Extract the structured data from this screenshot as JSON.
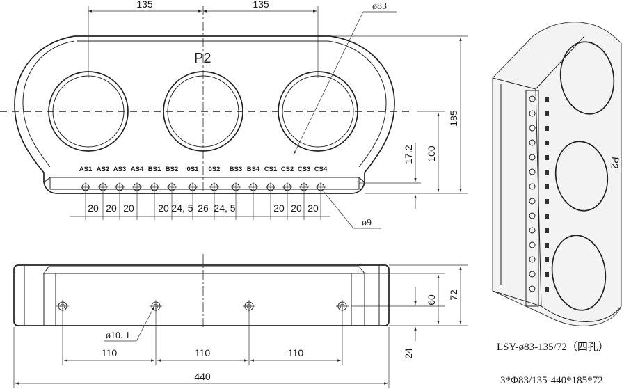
{
  "front_view": {
    "model_label": "P2",
    "top_spacing_left": "135",
    "top_spacing_right": "135",
    "hole_diameter": "ø83",
    "height_total": "185",
    "height_center": "100",
    "height_terminal": "17.2",
    "terminal_hole": "ø9",
    "terminal_labels": [
      "AS1",
      "AS2",
      "AS3",
      "AS4",
      "BS1",
      "BS2",
      "0S1",
      "0S2",
      "BS3",
      "BS4",
      "CS1",
      "CS2",
      "CS3",
      "CS4"
    ],
    "pitch_labels": [
      "20",
      "20",
      "20",
      "20",
      "24, 5",
      "26",
      "24, 5",
      "20",
      "20",
      "20"
    ]
  },
  "bottom_view": {
    "mount_hole": "ø10. 1",
    "spacing_1": "110",
    "spacing_2": "110",
    "spacing_3": "110",
    "total_length": "440",
    "height_72": "72",
    "height_60": "60",
    "height_24": "24"
  },
  "iso_view": {
    "label": "P2"
  },
  "captions": {
    "model": "LSY-ø83-135/72（四孔）",
    "spec": "3*Φ83/135-440*185*72"
  }
}
